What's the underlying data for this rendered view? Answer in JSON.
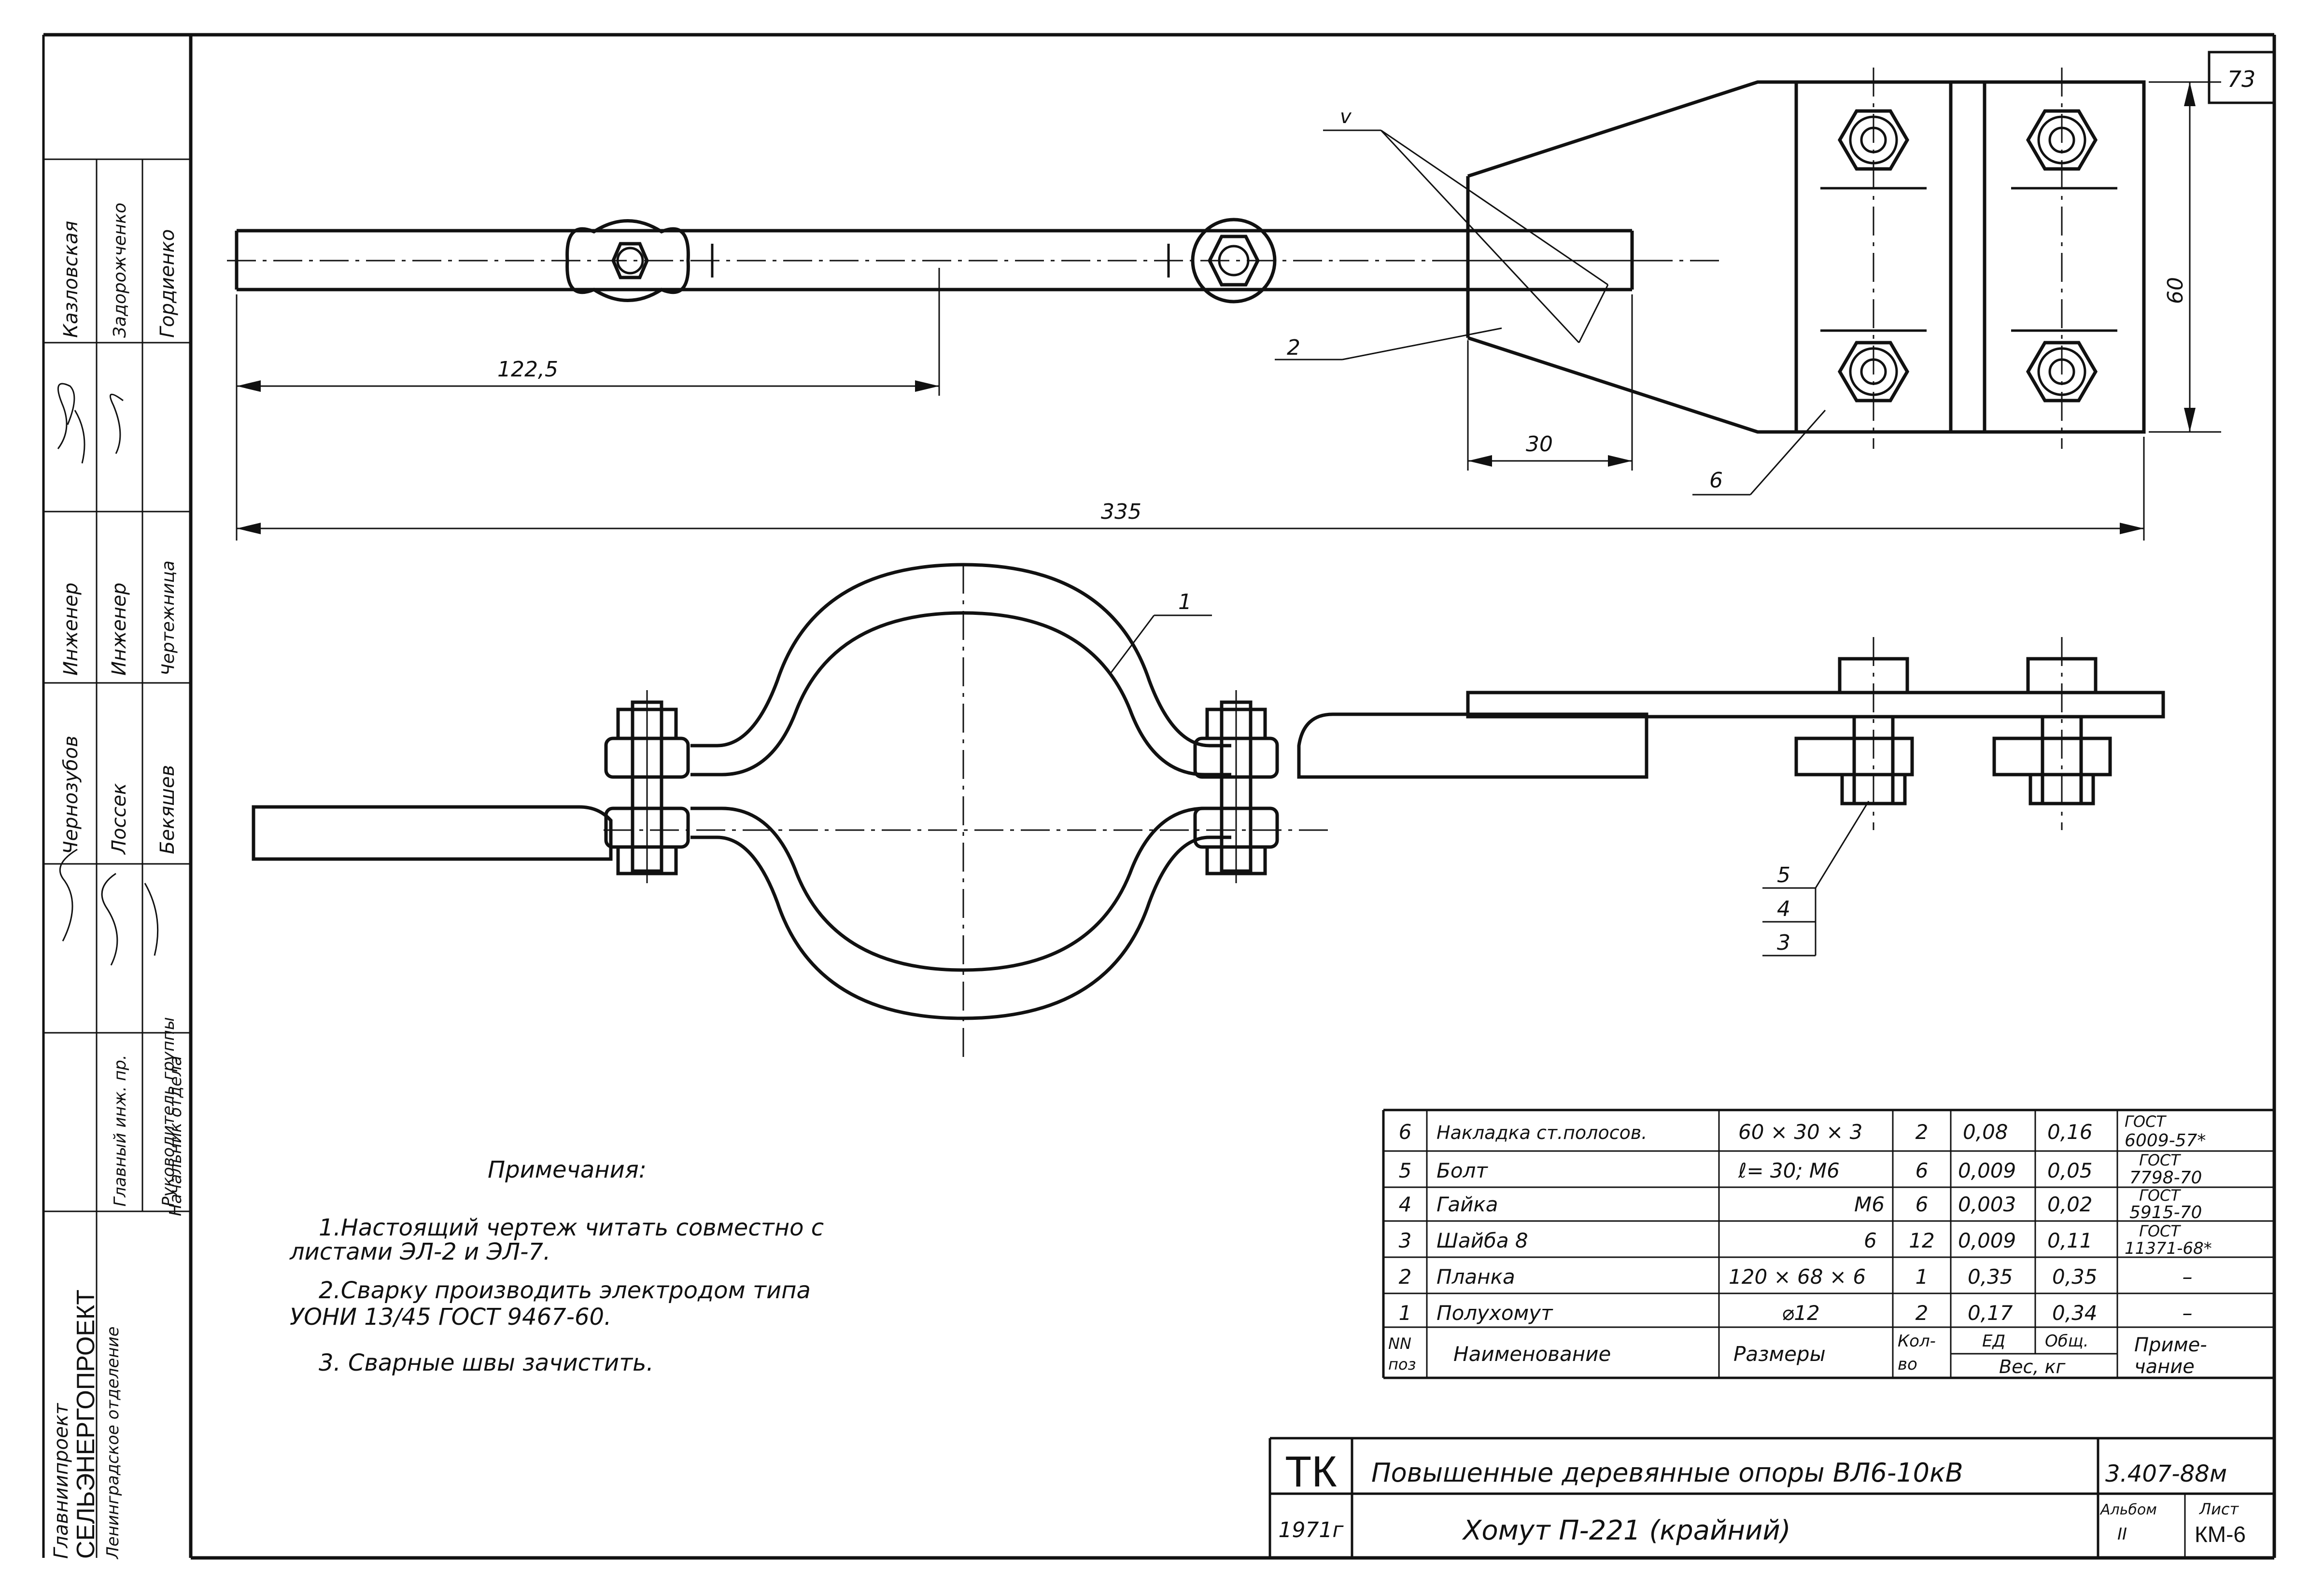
{
  "sheet_number": "73",
  "stamp": {
    "ministry": "Главниипроект",
    "institute": "СЕЛЬЭНЕРГОПРОЕКТ",
    "department": "Ленинградское отделение",
    "roles": [
      "Главный инж. пр.",
      "Руководитель группы",
      "Инженер",
      "Инженер",
      "Чертежница"
    ],
    "role_head": "Начальник отдела",
    "names_left": [
      "Чернозубов",
      "Лоссек",
      "Бекяшев"
    ],
    "positions": [
      "Инженер",
      "Инженер",
      "Чертежница"
    ],
    "names_right": [
      "Казловская",
      "Задорожченко",
      "Гордиенко"
    ]
  },
  "dimensions": {
    "d1": "122,5",
    "d2": "335",
    "d3": "30",
    "d4": "60",
    "weld_mark": "v"
  },
  "callouts": {
    "c1": "1",
    "c2": "2",
    "c6": "6",
    "c5": "5",
    "c4": "4",
    "c3": "3"
  },
  "notes": {
    "title": "Примечания:",
    "n1a": "1.Настоящий чертеж читать совместно с",
    "n1b": "листами ЭЛ-2 и ЭЛ-7.",
    "n2a": "2.Сварку производить электродом типа",
    "n2b": "УОНИ 13/45 ГОСТ 9467-60.",
    "n3": "3. Сварные швы зачистить."
  },
  "spec_table": {
    "rows": [
      {
        "pos": "6",
        "name": "Накладка ст.полосов.",
        "size": "60 × 30 × 3",
        "qty": "2",
        "w_unit": "0,08",
        "w_total": "0,16",
        "note1": "ГОСТ",
        "note2": "6009-57*"
      },
      {
        "pos": "5",
        "name": "Болт",
        "size": "ℓ= 30; М6",
        "qty": "6",
        "w_unit": "0,009",
        "w_total": "0,05",
        "note1": "ГОСТ",
        "note2": "7798-70"
      },
      {
        "pos": "4",
        "name": "Гайка",
        "size": "М6",
        "qty": "6",
        "w_unit": "0,003",
        "w_total": "0,02",
        "note1": "ГОСТ",
        "note2": "5915-70"
      },
      {
        "pos": "3",
        "name": "Шайба 8",
        "size": "6",
        "qty": "12",
        "w_unit": "0,009",
        "w_total": "0,11",
        "note1": "ГОСТ",
        "note2": "11371-68*"
      },
      {
        "pos": "2",
        "name": "Планка",
        "size": "120 × 68 × 6",
        "qty": "1",
        "w_unit": "0,35",
        "w_total": "0,35",
        "note1": "–",
        "note2": ""
      },
      {
        "pos": "1",
        "name": "Полухомут",
        "size": "⌀12",
        "qty": "2",
        "w_unit": "0,17",
        "w_total": "0,34",
        "note1": "–",
        "note2": ""
      }
    ],
    "header": {
      "pos1": "NN",
      "pos2": "поз",
      "name": "Наименование",
      "size": "Размеры",
      "qty1": "Кол-",
      "qty2": "во",
      "w_unit": "ЕД",
      "w_total": "Общ.",
      "weight": "Вес, кг",
      "note1": "Приме-",
      "note2": "чание"
    }
  },
  "title_block": {
    "tk": "ТК",
    "year": "1971г",
    "project": "Повышенные деревянные опоры ВЛ6-10кВ",
    "drawing": "Хомут П-221 (крайний)",
    "code": "3.407-88м",
    "album_label": "Альбом",
    "album_value": "II",
    "sheet_label": "Лист",
    "sheet_value": "КМ-6"
  }
}
